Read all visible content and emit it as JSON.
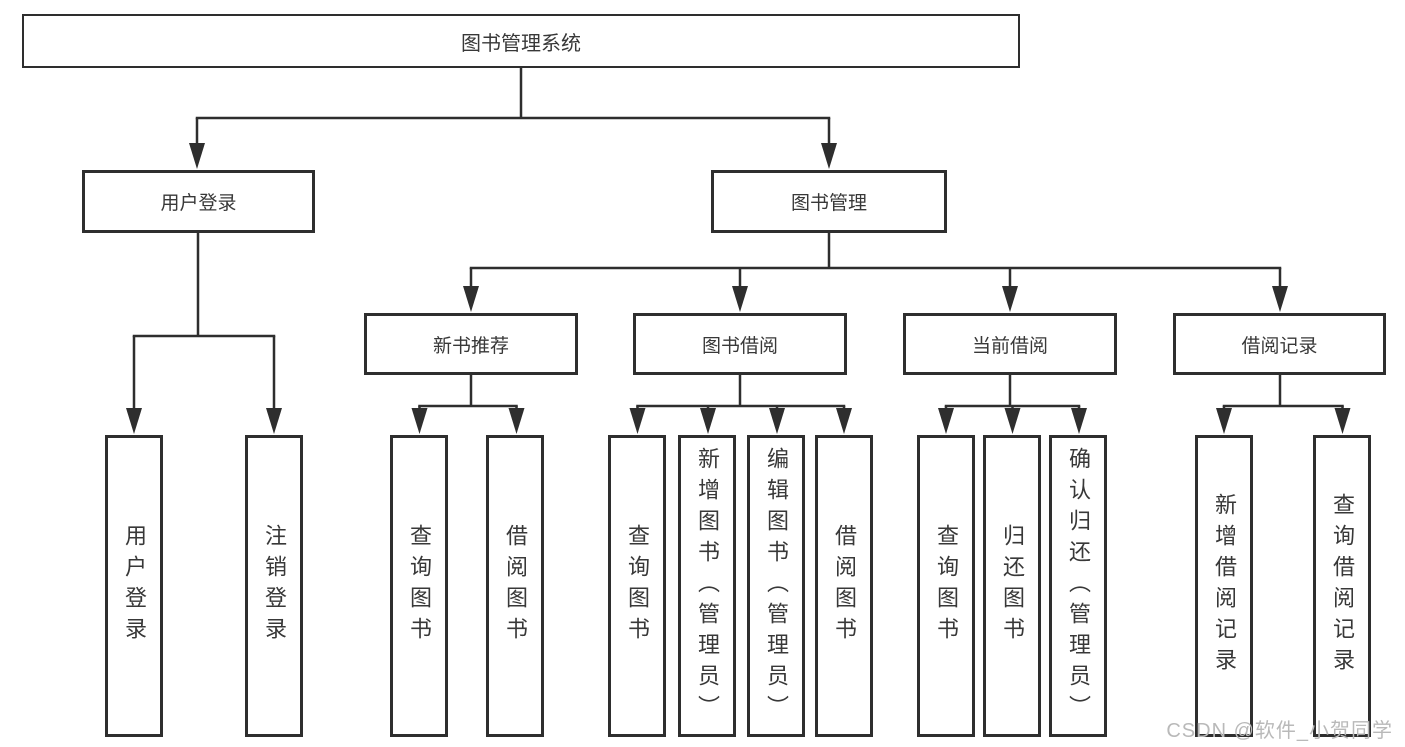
{
  "diagram": {
    "root_label": "图书管理系统",
    "branches": [
      {
        "label": "用户登录",
        "children": [
          {
            "label": "用户登录"
          },
          {
            "label": "注销登录"
          }
        ]
      },
      {
        "label": "图书管理",
        "children": [
          {
            "label": "新书推荐",
            "children": [
              {
                "label": "查询图书"
              },
              {
                "label": "借阅图书"
              }
            ]
          },
          {
            "label": "图书借阅",
            "children": [
              {
                "label": "查询图书"
              },
              {
                "label": "新增图书（管理员）"
              },
              {
                "label": "编辑图书（管理员）"
              },
              {
                "label": "借阅图书"
              }
            ]
          },
          {
            "label": "当前借阅",
            "children": [
              {
                "label": "查询图书"
              },
              {
                "label": "归还图书"
              },
              {
                "label": "确认归还（管理员）"
              }
            ]
          },
          {
            "label": "借阅记录",
            "children": [
              {
                "label": "新增借阅记录"
              },
              {
                "label": "查询借阅记录"
              }
            ]
          }
        ]
      }
    ],
    "watermark": "CSDN @软件_小贺同学",
    "colors": {
      "line": "#2e2e2e",
      "box_border": "#2e2e2e",
      "text": "#383838",
      "watermark": "#b9b9b9",
      "background": "#ffffff"
    }
  }
}
